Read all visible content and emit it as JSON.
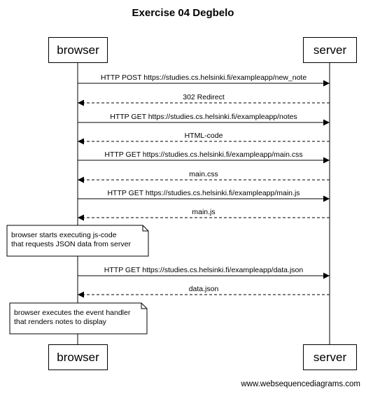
{
  "diagram": {
    "title": "Exercise 04 Degbelo",
    "participants": {
      "left": "browser",
      "right": "server"
    },
    "messages": [
      {
        "from": "browser",
        "to": "server",
        "label": "HTTP POST https://studies.cs.helsinki.fi/exampleapp/new_note",
        "style": "solid"
      },
      {
        "from": "server",
        "to": "browser",
        "label": "302 Redirect",
        "style": "dashed"
      },
      {
        "from": "browser",
        "to": "server",
        "label": "HTTP GET https://studies.cs.helsinki.fi/exampleapp/notes",
        "style": "solid"
      },
      {
        "from": "server",
        "to": "browser",
        "label": "HTML-code",
        "style": "dashed"
      },
      {
        "from": "browser",
        "to": "server",
        "label": "HTTP GET https://studies.cs.helsinki.fi/exampleapp/main.css",
        "style": "solid"
      },
      {
        "from": "server",
        "to": "browser",
        "label": "main.css",
        "style": "dashed"
      },
      {
        "from": "browser",
        "to": "server",
        "label": "HTTP GET https://studies.cs.helsinki.fi/exampleapp/main.js",
        "style": "solid"
      },
      {
        "from": "server",
        "to": "browser",
        "label": "main.js",
        "style": "dashed"
      },
      {
        "from": "browser",
        "to": "server",
        "label": "HTTP GET https://studies.cs.helsinki.fi/exampleapp/data.json",
        "style": "solid"
      },
      {
        "from": "server",
        "to": "browser",
        "label": "data.json",
        "style": "dashed"
      }
    ],
    "notes": [
      {
        "lines": [
          "browser starts executing js-code",
          "that requests JSON data from server"
        ]
      },
      {
        "lines": [
          "browser executes the event handler",
          "that renders notes to display"
        ]
      }
    ],
    "footer": "www.websequencediagrams.com"
  }
}
